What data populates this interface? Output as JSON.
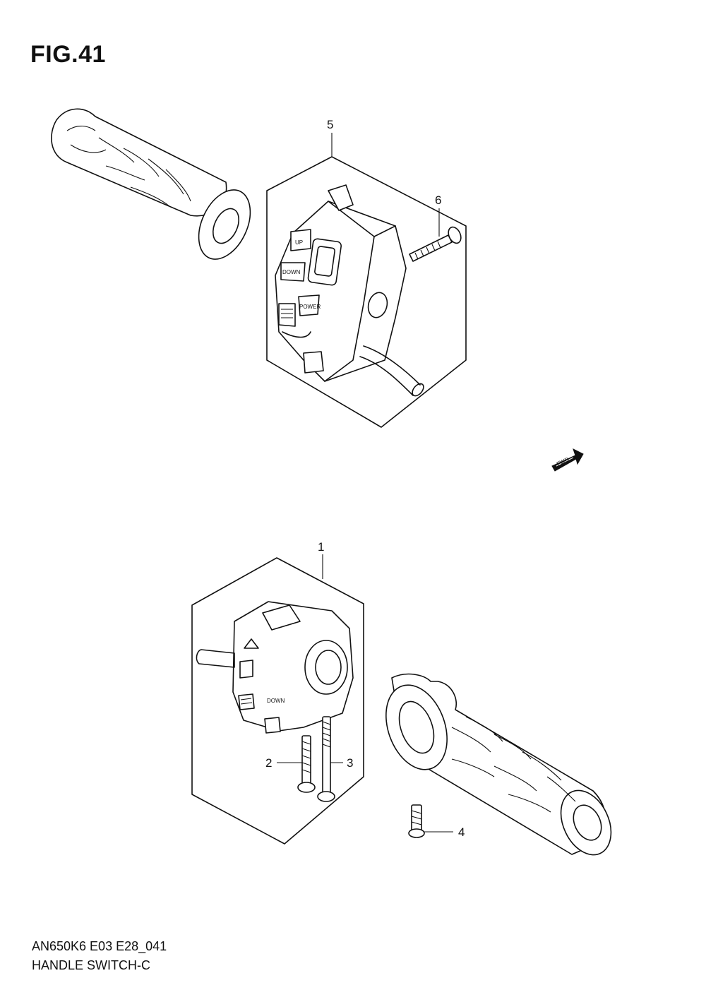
{
  "figure": {
    "title": "FIG.41"
  },
  "callouts": [
    {
      "id": "1",
      "label": "1"
    },
    {
      "id": "2",
      "label": "2"
    },
    {
      "id": "3",
      "label": "3"
    },
    {
      "id": "4",
      "label": "4"
    },
    {
      "id": "5",
      "label": "5"
    },
    {
      "id": "6",
      "label": "6"
    }
  ],
  "switch_labels": {
    "up": "UP",
    "down": "DOWN",
    "power": "POWER",
    "down2": "DOWN",
    "fwd": "FWD"
  },
  "footer": {
    "model_code": "AN650K6 E03 E28_041",
    "part_name": "HANDLE SWITCH-C"
  }
}
